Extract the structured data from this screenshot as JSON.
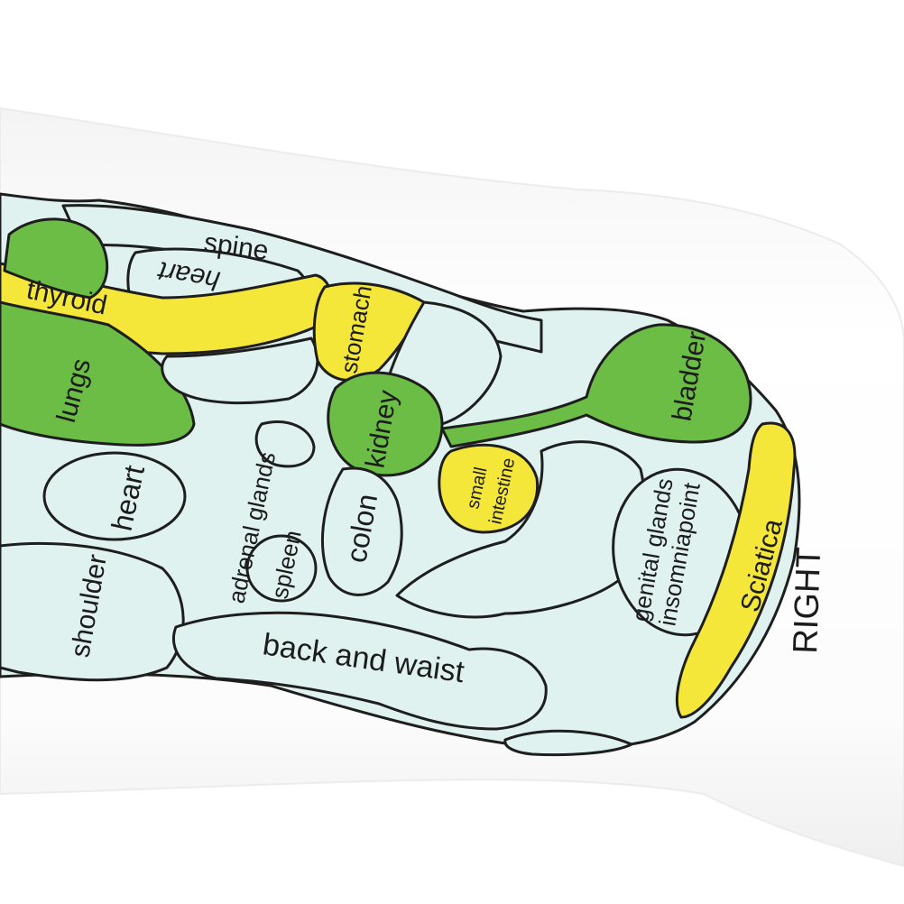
{
  "colors": {
    "background": "#ffffff",
    "sock": "#fbfbfb",
    "green_zone": "#6cbd45",
    "yellow_zone": "#f4e73a",
    "blue_zone": "#dff2ef",
    "outline": "#1e1e1e"
  },
  "foot_map": {
    "side_label": "RIGHT",
    "zones": {
      "spine": "spine",
      "heart_top": "heart",
      "thyroid": "thyroid",
      "lungs": "lungs",
      "stomach": "stomach",
      "kidney": "kidney",
      "bladder": "bladder",
      "heart": "heart",
      "adrenal_glands": "adrenal glands",
      "spleen": "spleen",
      "colon": "colon",
      "small_intestine_1": "small",
      "small_intestine_2": "intestine",
      "genital_glands": "genital glands",
      "insomniapoint": "insomniapoint",
      "sciatica": "Sciatica",
      "shoulder": "shoulder",
      "back_and_waist": "back and waist"
    }
  }
}
